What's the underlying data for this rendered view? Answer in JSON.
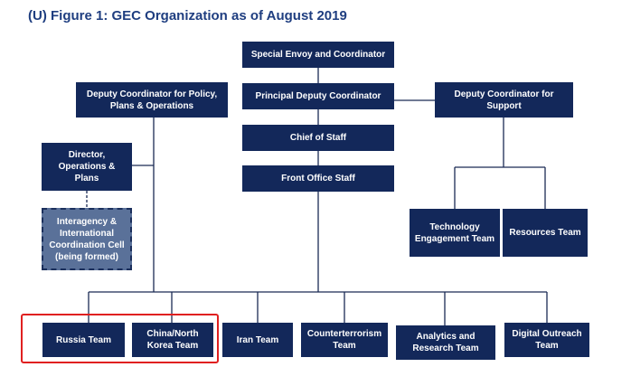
{
  "figure": {
    "title": "(U) Figure 1: GEC Organization as of August 2019"
  },
  "org": {
    "envoy": "Special Envoy and Coordinator",
    "principal_deputy": "Principal Deputy Coordinator",
    "chief_of_staff": "Chief of Staff",
    "front_office": "Front Office Staff",
    "deputy_policy": "Deputy Coordinator for Policy, Plans & Operations",
    "deputy_support": "Deputy Coordinator for Support",
    "director_ops": "Director, Operations & Plans",
    "interagency_cell": "Interagency & International Coordination Cell (being formed)",
    "tech_engagement": "Technology Engagement Team",
    "resources": "Resources Team",
    "teams": {
      "russia": "Russia Team",
      "china_nk": "China/North Korea Team",
      "iran": "Iran Team",
      "counterterrorism": "Counterterrorism Team",
      "analytics": "Analytics and Research Team",
      "digital_outreach": "Digital Outreach Team"
    }
  },
  "colors": {
    "box": "#13285a",
    "forming_box": "#5a7199",
    "connector": "#1b2b55",
    "title": "#1f3e80",
    "highlight": "#e02020"
  }
}
